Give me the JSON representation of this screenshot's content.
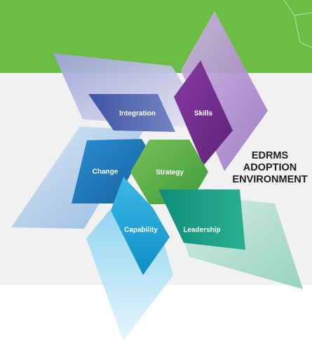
{
  "title_lines": [
    "EDRMS",
    "ADOPTION",
    "ENVIRONMENT"
  ],
  "segments": [
    {
      "label": "Integration",
      "color": "#5468ae"
    },
    {
      "label": "Skills",
      "color": "#6e2a88"
    },
    {
      "label": "Strategy",
      "color": "#5fb246"
    },
    {
      "label": "Change",
      "color": "#1f7cc2"
    },
    {
      "label": "Capability",
      "color": "#1aa6d6"
    },
    {
      "label": "Leadership",
      "color": "#179c86"
    }
  ],
  "colors": {
    "header_band": "#6cbd45",
    "background_band": "#f1f1f1",
    "light_purple": "#b7a3d2",
    "light_blue": "#a8c7e6",
    "light_teal": "#a8d8c9",
    "light_cyan": "#a9dcf3",
    "light_lavender": "#b4b6dd"
  }
}
